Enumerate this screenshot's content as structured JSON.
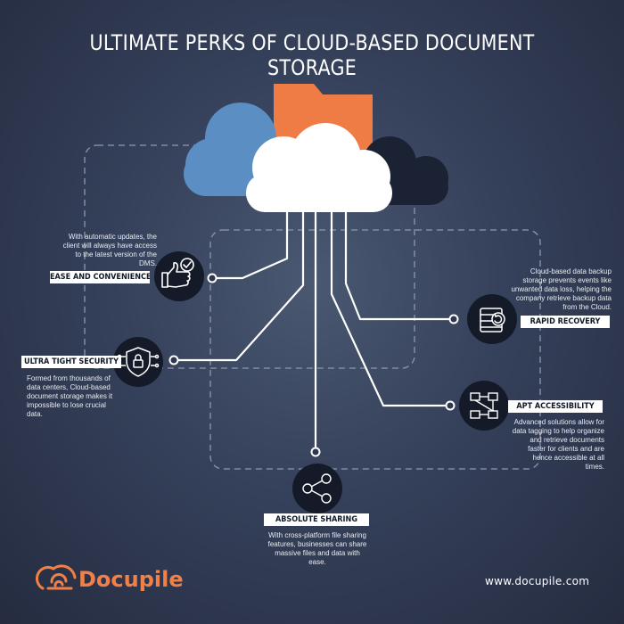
{
  "title": "ULTIMATE PERKS OF CLOUD-BASED DOCUMENT STORAGE",
  "perks": [
    {
      "label": "EASE AND CONVENIENCE",
      "description": "With automatic updates, the client will always have access to the latest version of the DMS.",
      "icon": "thumbs-up-check-icon"
    },
    {
      "label": "RAPID RECOVERY",
      "description": "Cloud-based data backup storage prevents events like unwanted data loss, helping the company retrieve backup data from the Cloud.",
      "icon": "backup-restore-icon"
    },
    {
      "label": "ULTRA TIGHT SECURITY",
      "description": "Formed from thousands of data centers, Cloud-based document storage makes it impossible to lose crucial data.",
      "icon": "shield-lock-icon"
    },
    {
      "label": "APT ACCESSIBILITY",
      "description": "Advanced solutions allow for data tagging to help organize and retrieve documents faster for clients and are hence accessible at all times.",
      "icon": "connected-devices-icon"
    },
    {
      "label": "ABSOLUTE SHARING",
      "description": "With cross-platform file sharing features, businesses can share massive files and data with ease.",
      "icon": "share-users-icon"
    }
  ],
  "brand": {
    "name": "Docupile",
    "website": "www.docupile.com",
    "logo_icon": "docupile-cloud-logo-icon"
  },
  "colors": {
    "background": "#2f3850",
    "folder": "#f07c45",
    "cloud_blue": "#5b8fc4",
    "cloud_white": "#ffffff",
    "cloud_dark": "#1b2233",
    "icon_circle": "#141a28",
    "brand_orange": "#f08048"
  }
}
